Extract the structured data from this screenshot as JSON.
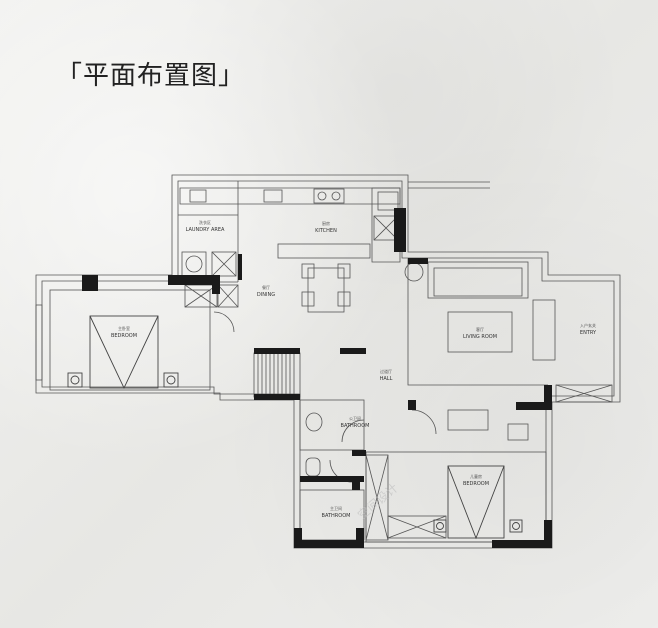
{
  "title": "「平面布置图」",
  "rooms": {
    "laundry": {
      "cn": "洗衣区",
      "en": "LAUNDRY AREA"
    },
    "kitchen": {
      "cn": "厨房",
      "en": "KITCHEN"
    },
    "dining": {
      "cn": "餐厅",
      "en": "DINING"
    },
    "bedroom_master": {
      "cn": "主卧室",
      "en": "BEDROOM"
    },
    "living": {
      "cn": "客厅",
      "en": "LIVING ROOM"
    },
    "entry": {
      "cn": "入户玄关",
      "en": "ENTRY"
    },
    "hall": {
      "cn": "过道厅",
      "en": "HALL"
    },
    "bathroom_public": {
      "cn": "公卫间",
      "en": "BATHROOM"
    },
    "bedroom_kids": {
      "cn": "儿童房",
      "en": "BEDROOM"
    },
    "bathroom_master": {
      "cn": "主卫间",
      "en": "BATHROOM"
    }
  },
  "watermark": "空间设计"
}
